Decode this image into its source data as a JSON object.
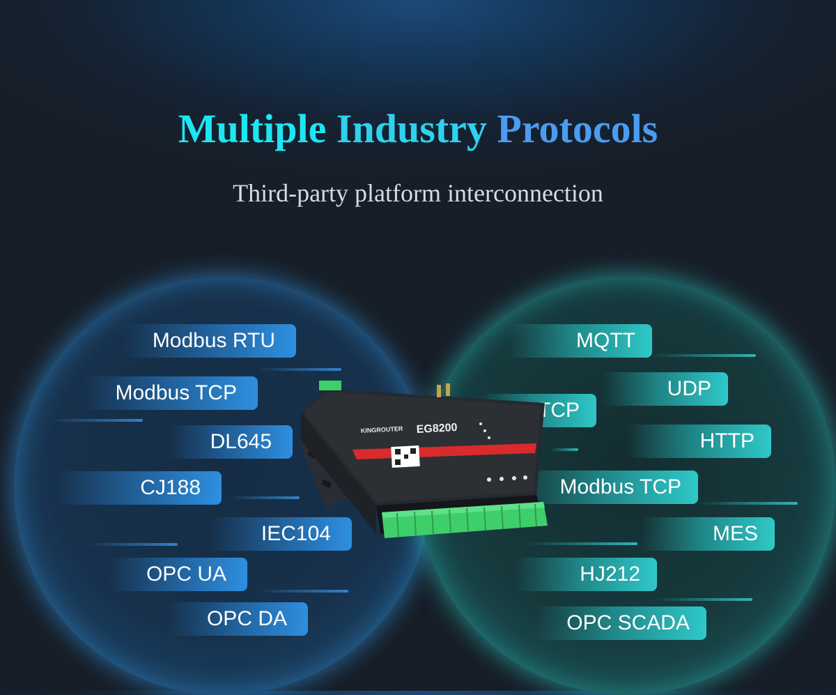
{
  "heading": {
    "title_part1": "Multiple",
    "title_part2": "Industry",
    "title_part3": "Protocols",
    "subtitle": "Third-party platform interconnection"
  },
  "left_protocols": [
    "Modbus RTU",
    "Modbus TCP",
    "DL645",
    "CJ188",
    "IEC104",
    "OPC UA",
    "OPC DA"
  ],
  "right_protocols": [
    "MQTT",
    "UDP",
    "TCP",
    "HTTP",
    "Modbus TCP",
    "MES",
    "HJ212",
    "OPC SCADA"
  ],
  "device": {
    "brand": "KINGROUTER",
    "model": "EG8200"
  },
  "colors": {
    "title_cyan": "#1de6f2",
    "title_blue": "#4b9cf0",
    "left_accent": "#2e8fe0",
    "right_accent": "#2fc8c8",
    "device_red": "#d92b2b",
    "terminal_green": "#3fcf6a"
  }
}
